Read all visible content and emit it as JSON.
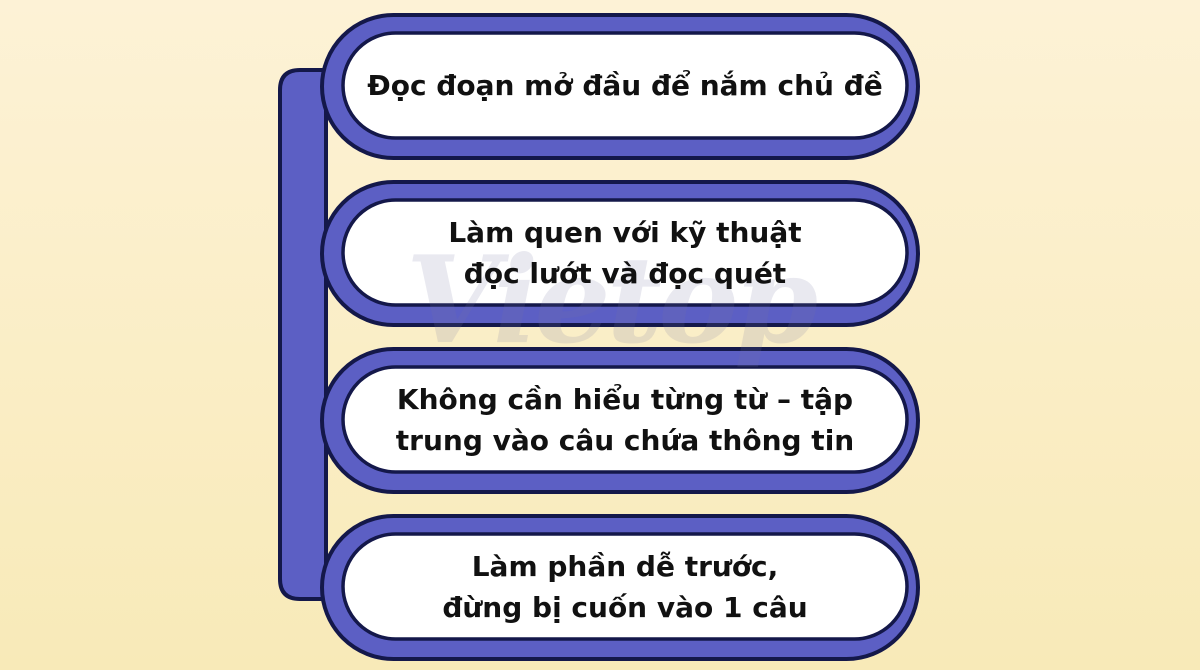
{
  "steps": [
    {
      "lines": [
        "Đọc đoạn mở đầu để nắm chủ đề"
      ]
    },
    {
      "lines": [
        "Làm quen với kỹ thuật",
        "đọc lướt và đọc quét"
      ]
    },
    {
      "lines": [
        "Không cần hiểu từng từ – tập",
        "trung vào câu chứa thông tin"
      ]
    },
    {
      "lines": [
        "Làm phần dễ trước,",
        "đừng bị cuốn vào 1 câu"
      ]
    }
  ],
  "watermark": "Vietop",
  "colors": {
    "accent": "#5c5fc4",
    "outline": "#14184a",
    "box_fill": "#ffffff",
    "background_top": "#fdf2d6",
    "background_bottom": "#f8eab8"
  }
}
